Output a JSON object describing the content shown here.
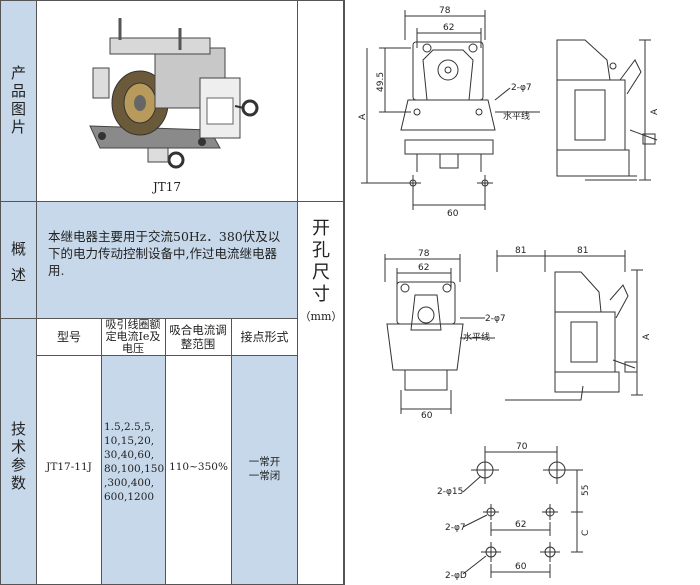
{
  "labels": {
    "product_image": [
      "产",
      "品",
      "图",
      "片"
    ],
    "overview": [
      "概",
      "述"
    ],
    "tech_params": [
      "技",
      "术",
      "参",
      "数"
    ],
    "cutout": [
      "开",
      "孔",
      "尺",
      "寸"
    ]
  },
  "cutout_unit": "（mm）",
  "product_caption": "JT17",
  "overview_text": "本继电器主要用于交流50Hz．380伏及以下的电力传动控制设备中,作过电流继电器用.",
  "table": {
    "headers": [
      "型号",
      "吸引线圈额定电流Ie及电压",
      "吸合电流调整范围",
      "接点形式"
    ],
    "model": "JT17-11J",
    "currents": [
      "1.5,2.5,5,",
      "10,15,20,",
      "30,40,60,",
      "80,100,150",
      ",300,400,",
      "600,1200"
    ],
    "range": "110~350%",
    "contacts": [
      "一常开",
      "一常闭"
    ]
  },
  "drawing": {
    "top": {
      "dim_78": "78",
      "dim_62": "62",
      "dim_49_5": "49.5",
      "dim_A": "A",
      "hole": "2-φ7",
      "horizontal": "水平线",
      "dim_60": "60",
      "dim_A_side": "A"
    },
    "mid": {
      "dim_78": "78",
      "dim_62": "62",
      "hole": "2-φ7",
      "horizontal": "水平线",
      "dim_60": "60",
      "dim_81a": "81",
      "dim_81b": "81",
      "dim_A": "A"
    },
    "cutout": {
      "dim_70": "70",
      "dim_55": "55",
      "hole15": "2-φ15",
      "hole7": "2-φ7",
      "dim_62": "62",
      "dim_C": "C",
      "holeD": "2-φD",
      "dim_60": "60"
    }
  }
}
